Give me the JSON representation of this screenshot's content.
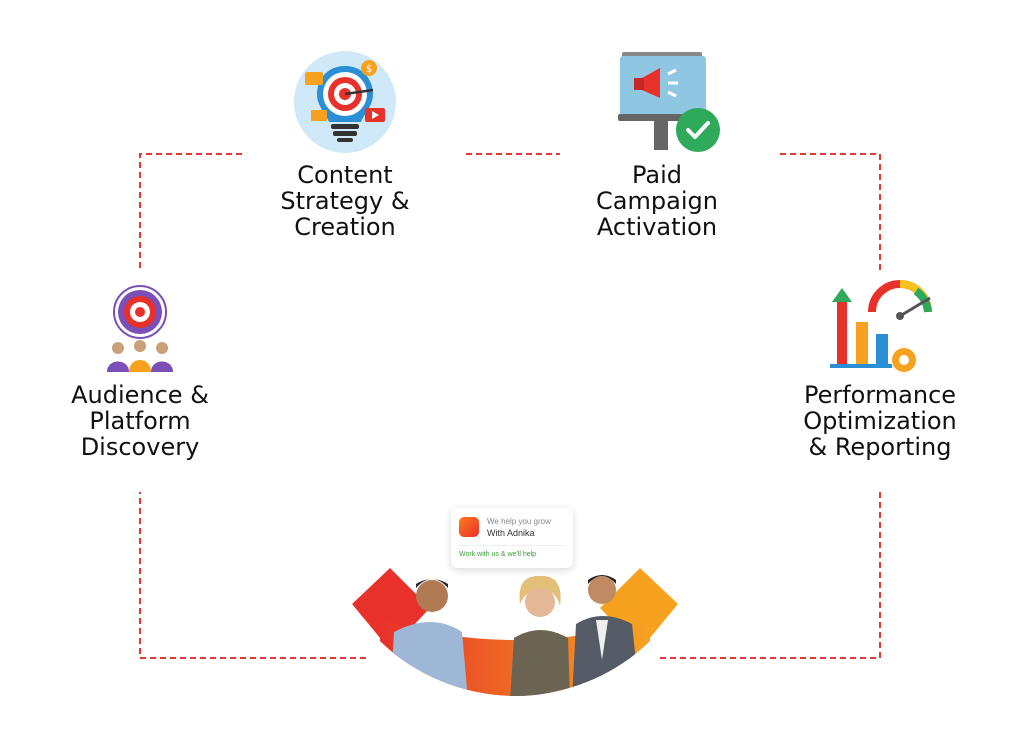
{
  "steps": [
    {
      "id": "content",
      "lines": [
        "Content",
        "Strategy &",
        "Creation"
      ]
    },
    {
      "id": "paid",
      "lines": [
        "Paid",
        "Campaign",
        "Activation"
      ]
    },
    {
      "id": "audience",
      "lines": [
        "Audience &",
        "Platform",
        "Discovery"
      ]
    },
    {
      "id": "performance",
      "lines": [
        "Performance",
        "Optimization",
        "& Reporting"
      ]
    }
  ],
  "card": {
    "line1": "We help you grow",
    "line2": "With Adnika",
    "line3": "Work with us & we'll help"
  },
  "colors": {
    "connector": "#e53935",
    "orange": "#f6821f",
    "red": "#e8312a"
  }
}
